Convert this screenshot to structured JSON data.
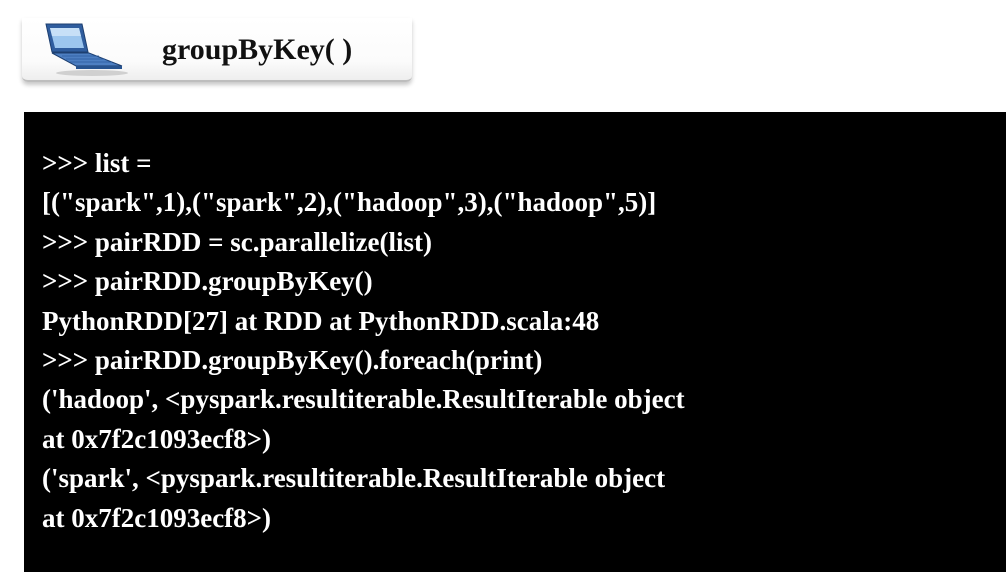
{
  "slide": {
    "title": "groupByKey( )",
    "icon": "laptop-icon"
  },
  "console": {
    "background": "#000000",
    "text_color": "#ffffff",
    "lines": [
      ">>> list =",
      "[(\"spark\",1),(\"spark\",2),(\"hadoop\",3),(\"hadoop\",5)]",
      ">>> pairRDD = sc.parallelize(list)",
      ">>> pairRDD.groupByKey()",
      "PythonRDD[27] at RDD at PythonRDD.scala:48",
      ">>> pairRDD.groupByKey().foreach(print)",
      "('hadoop', <pyspark.resultiterable.ResultIterable object",
      "at 0x7f2c1093ecf8>)",
      "('spark', <pyspark.resultiterable.ResultIterable object",
      "at 0x7f2c1093ecf8>)"
    ]
  }
}
